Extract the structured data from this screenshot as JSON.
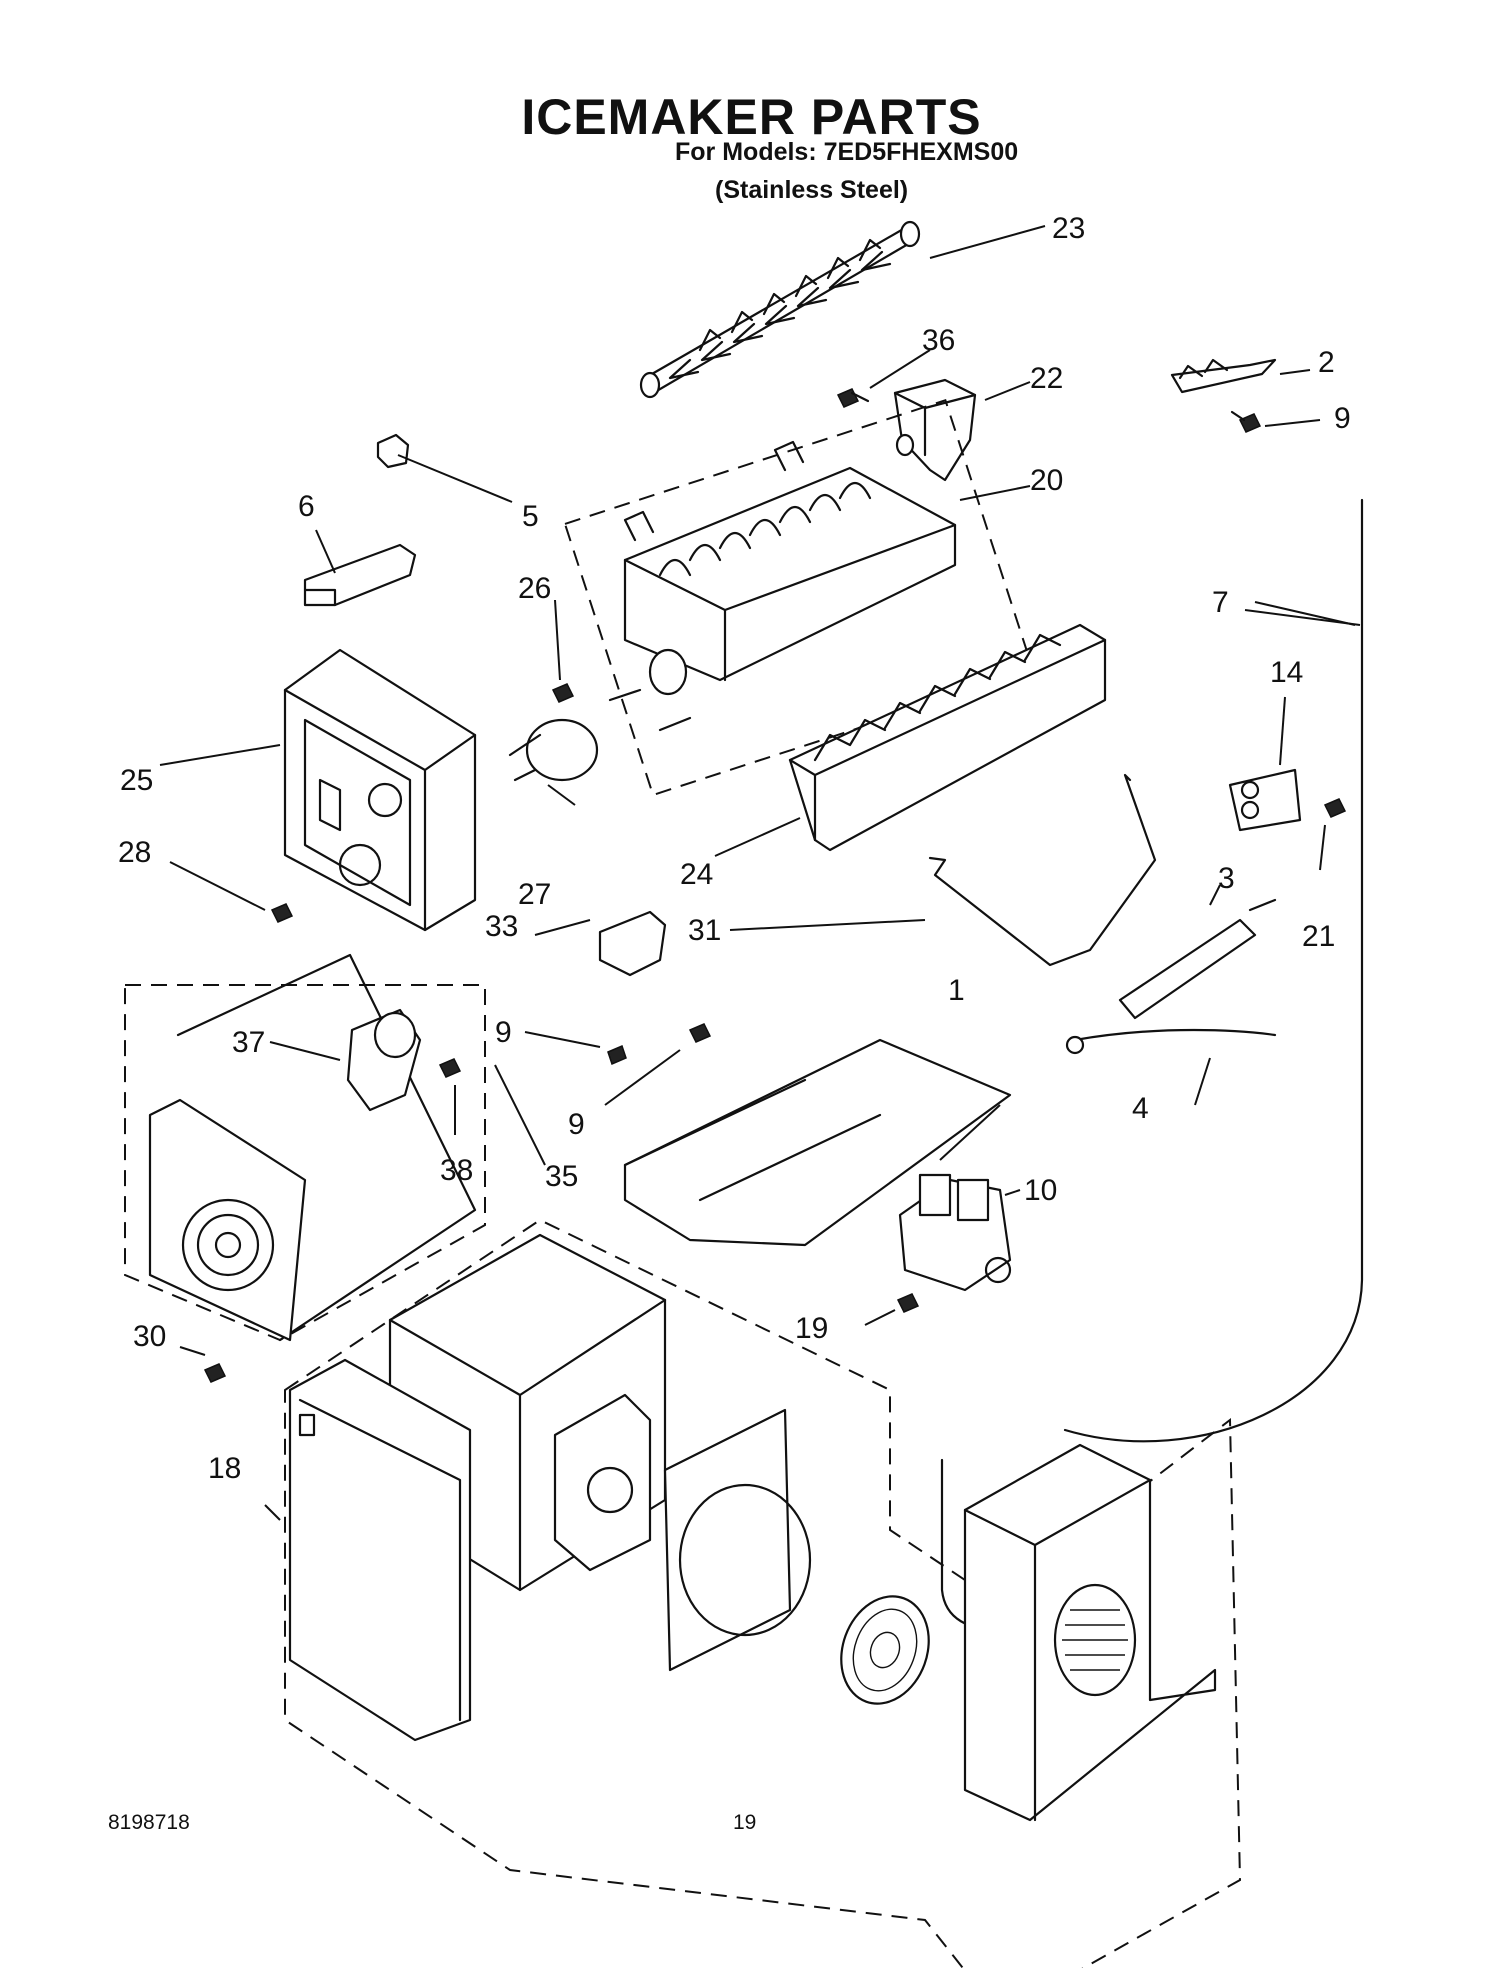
{
  "header": {
    "title": "ICEMAKER PARTS",
    "models_line": "For Models: 7ED5FHEXMS00",
    "finish_line": "(Stainless Steel)"
  },
  "footer": {
    "doc_number": "8198718",
    "page_number": "19"
  },
  "callouts": {
    "c1": "1",
    "c2": "2",
    "c3": "3",
    "c4": "4",
    "c5": "5",
    "c6": "6",
    "c7": "7",
    "c9a": "9",
    "c9b": "9",
    "c9c": "9",
    "c10": "10",
    "c14": "14",
    "c18": "18",
    "c19": "19",
    "c20": "20",
    "c21": "21",
    "c22": "22",
    "c23": "23",
    "c24": "24",
    "c25": "25",
    "c26": "26",
    "c27": "27",
    "c28": "28",
    "c30": "30",
    "c31": "31",
    "c33": "33",
    "c35": "35",
    "c36": "36",
    "c37": "37",
    "c38": "38"
  }
}
